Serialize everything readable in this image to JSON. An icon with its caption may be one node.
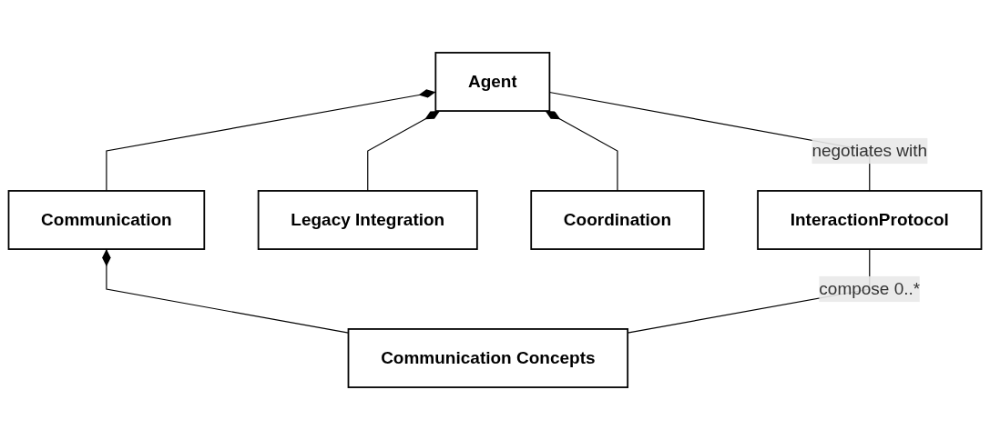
{
  "diagram": {
    "nodes": [
      {
        "text": [
          "Agent"
        ]
      },
      {
        "text": [
          "InteractionProtocol"
        ]
      },
      {
        "text": [
          "Legacy Integration"
        ]
      },
      {
        "text": [
          "Coordination"
        ]
      },
      {
        "text": [
          "Communication"
        ]
      },
      {
        "text": [
          "Communication Concepts"
        ]
      }
    ],
    "edges": [
      {
        "from": 0,
        "to": 1,
        "arrow": "none",
        "label": "negotiates with"
      },
      {
        "from": 0,
        "to": 2,
        "arrow": "other"
      },
      {
        "from": 0,
        "to": 3,
        "arrow": "other"
      },
      {
        "from": 0,
        "to": 4,
        "arrow": "other"
      },
      {
        "from": 4,
        "to": 5,
        "arrow": "other"
      },
      {
        "from": 1,
        "to": 5,
        "arrow": "none",
        "label": "compose 0..*"
      }
    ]
  }
}
